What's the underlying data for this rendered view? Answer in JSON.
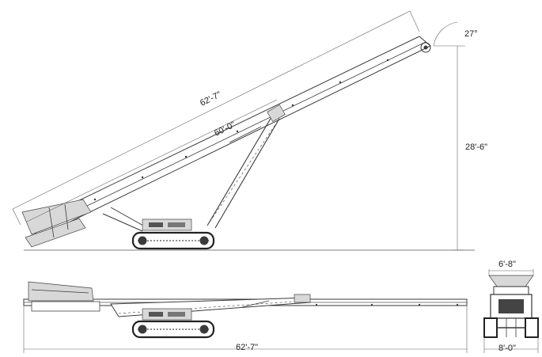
{
  "dimensions": {
    "angle": "27°",
    "height": "28'-6\"",
    "overall_length_raised": "62'-7\"",
    "belt_length": "60'-0\"",
    "overall_length_transport": "62'-7\"",
    "top_width": "6'-8\"",
    "track_width": "8'-0\""
  }
}
